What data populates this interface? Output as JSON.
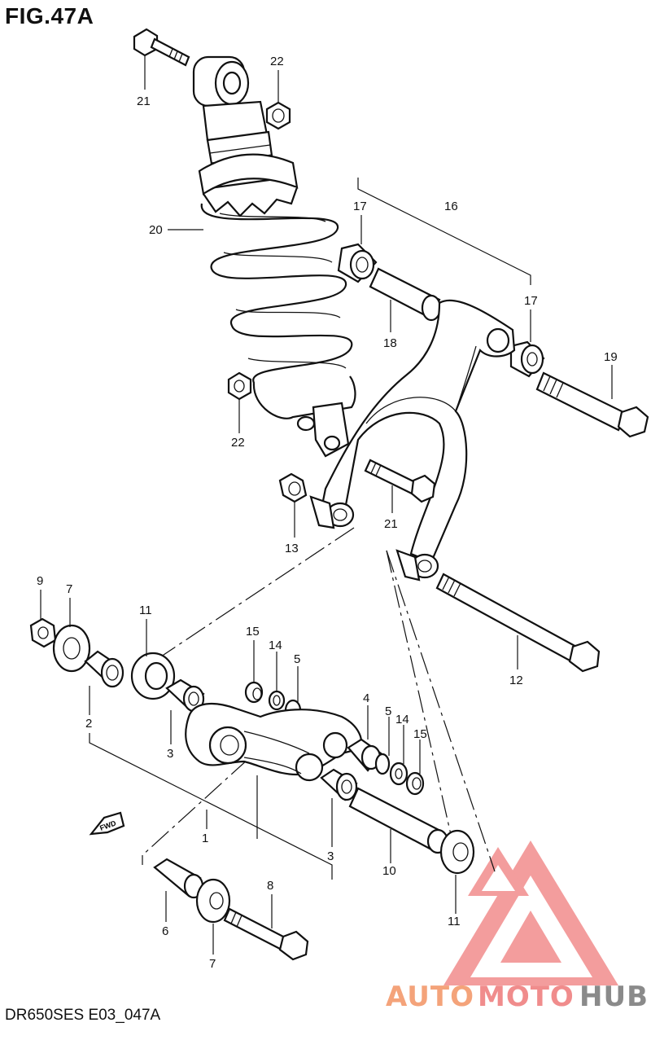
{
  "figure": {
    "title": "FIG.47A",
    "code": "DR650SES E03_047A"
  },
  "callouts": [
    {
      "id": "c21a",
      "label": "21"
    },
    {
      "id": "c22a",
      "label": "22"
    },
    {
      "id": "c17a",
      "label": "17"
    },
    {
      "id": "c16",
      "label": "16"
    },
    {
      "id": "c20",
      "label": "20"
    },
    {
      "id": "c17b",
      "label": "17"
    },
    {
      "id": "c18",
      "label": "18"
    },
    {
      "id": "c19",
      "label": "19"
    },
    {
      "id": "c22b",
      "label": "22"
    },
    {
      "id": "c21b",
      "label": "21"
    },
    {
      "id": "c13",
      "label": "13"
    },
    {
      "id": "c9",
      "label": "9"
    },
    {
      "id": "c7a",
      "label": "7"
    },
    {
      "id": "c11a",
      "label": "11"
    },
    {
      "id": "c15a",
      "label": "15"
    },
    {
      "id": "c14a",
      "label": "14"
    },
    {
      "id": "c5a",
      "label": "5"
    },
    {
      "id": "c12",
      "label": "12"
    },
    {
      "id": "c2",
      "label": "2"
    },
    {
      "id": "c3a",
      "label": "3"
    },
    {
      "id": "c4",
      "label": "4"
    },
    {
      "id": "c5b",
      "label": "5"
    },
    {
      "id": "c14b",
      "label": "14"
    },
    {
      "id": "c15b",
      "label": "15"
    },
    {
      "id": "c1",
      "label": "1"
    },
    {
      "id": "c3b",
      "label": "3"
    },
    {
      "id": "c10",
      "label": "10"
    },
    {
      "id": "c8",
      "label": "8"
    },
    {
      "id": "c6",
      "label": "6"
    },
    {
      "id": "c11b",
      "label": "11"
    },
    {
      "id": "c7b",
      "label": "7"
    }
  ],
  "fwd_marker": "FWD",
  "watermark": {
    "part1": "AUTO",
    "part2": "MOTO",
    "part3": "HUB",
    "colors": {
      "auto": "#f4a37a",
      "moto": "#f08c8c",
      "hub": "#8a8a8a",
      "logo": "#f07d7d"
    }
  }
}
